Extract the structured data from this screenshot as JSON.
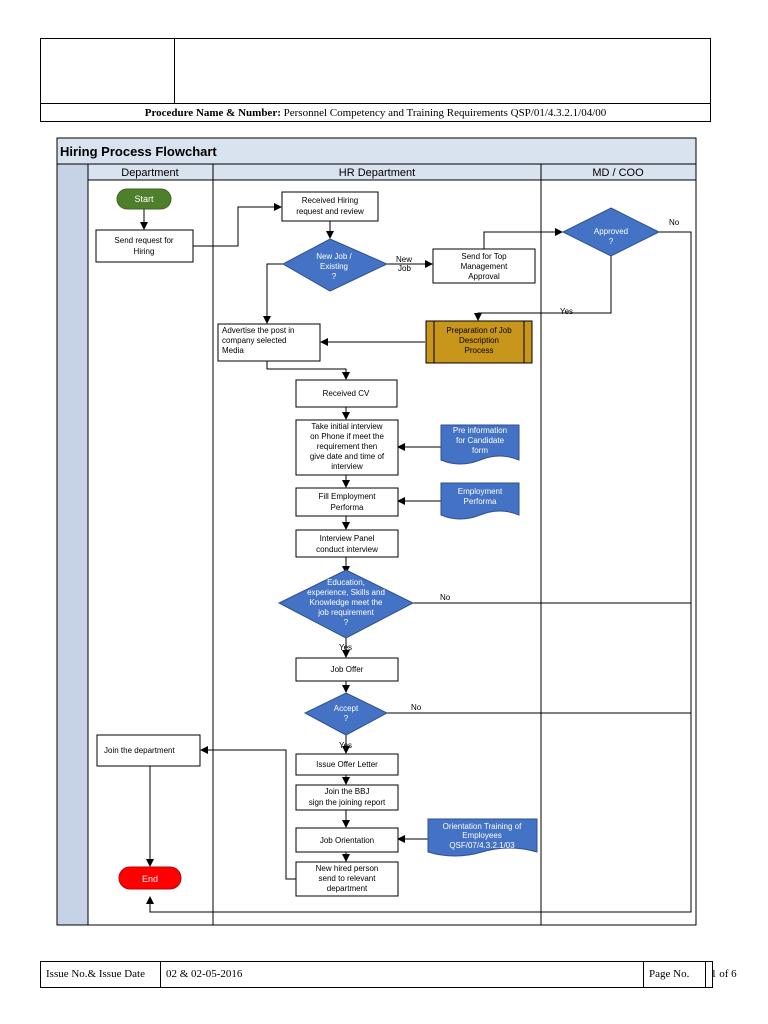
{
  "header": {
    "procedure_label": "Procedure Name & Number:",
    "procedure_value": "Personnel Competency and Training Requirements QSP/01/4.3.2.1/04/00"
  },
  "flowchart": {
    "title": "Hiring Process Flowchart",
    "lanes": [
      "Department",
      "HR Department",
      "MD / COO"
    ],
    "nodes": {
      "start": "Start",
      "send_request": [
        "Send request for",
        "Hiring"
      ],
      "received_hiring": [
        "Received Hiring",
        "request and review"
      ],
      "new_job": [
        "New Job /",
        "Existing",
        "?"
      ],
      "send_top": [
        "Send for Top",
        "Management",
        "Approval"
      ],
      "approved": [
        "Approved",
        "?"
      ],
      "advertise": [
        "Advertise the post in",
        "company selected",
        "Media"
      ],
      "prep_jd": [
        "Preparation of Job",
        "Description",
        "Process"
      ],
      "received_cv": "Received CV",
      "initial_interview": [
        "Take initial interview",
        "on Phone if meet the",
        "requirement then",
        "give date and time of",
        "interview"
      ],
      "pre_info": [
        "Pre information",
        "for Candidate",
        "form"
      ],
      "fill_employment": [
        "Fill Employment",
        "Performa"
      ],
      "employment_performa": [
        "Employment",
        "Performa"
      ],
      "panel_interview": [
        "Interview Panel",
        "conduct interview"
      ],
      "education_check": [
        "Education,",
        "experience, Skills and",
        "Knowledge meet the",
        "job requirement",
        "?"
      ],
      "job_offer": "Job Offer",
      "accept": [
        "Accept",
        "?"
      ],
      "join_department": "Join the department",
      "issue_offer": "Issue Offer Letter",
      "join_bbj": [
        "Join the BBJ",
        "sign the joining report"
      ],
      "job_orientation": "Job Orientation",
      "orientation_training": [
        "Orientation Training of",
        "Employees",
        "QSF/07/4.3.2.1/03"
      ],
      "new_hired": [
        "New hired person",
        "send to relevant",
        "department"
      ],
      "end": "End"
    },
    "edge_labels": {
      "new_job_label": [
        "New",
        "Job"
      ],
      "yes_approved": "Yes",
      "no_approved": "No",
      "no_education": "No",
      "yes_education": "Yes",
      "no_accept": "No",
      "yes_accept": "Yes"
    },
    "colors": {
      "title_bar": "#d9e2ef",
      "lane_header": "#d9e2ef",
      "left_strip": "#c6d3e6",
      "start_fill": "#4f7f2a",
      "end_fill": "#ff0000",
      "decision_fill": "#4472c4",
      "document_fill": "#4472c4",
      "highlight_fill": "#c8961a"
    }
  },
  "footer": {
    "issue_label": "Issue No.& Issue Date",
    "issue_value": "02 & 02-05-2016",
    "page_label": "Page No.",
    "page_value": "1 of 6"
  }
}
